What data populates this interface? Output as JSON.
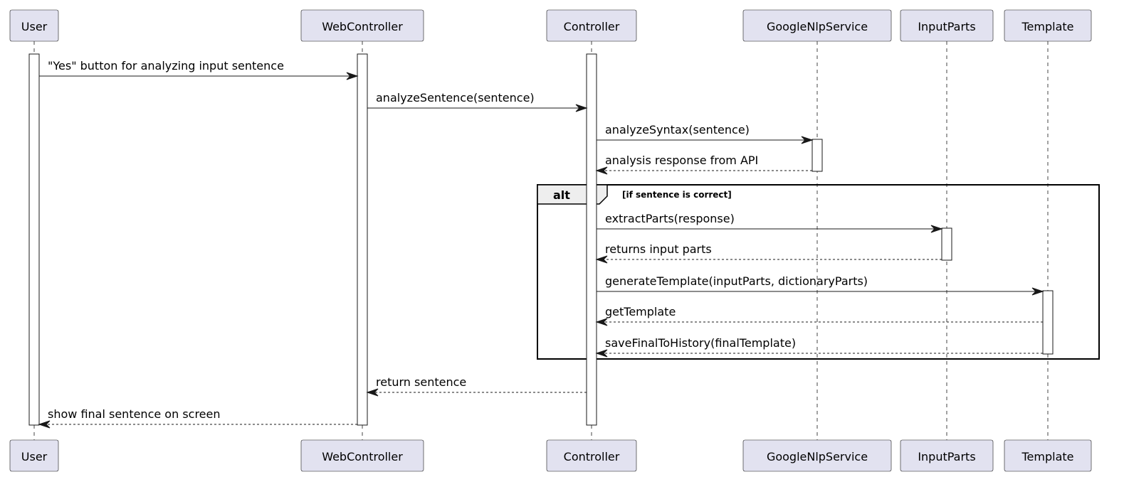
{
  "participants": [
    {
      "id": "user",
      "label": "User"
    },
    {
      "id": "webcontroller",
      "label": "WebController"
    },
    {
      "id": "controller",
      "label": "Controller"
    },
    {
      "id": "googlenlpservice",
      "label": "GoogleNlpService"
    },
    {
      "id": "inputparts",
      "label": "InputParts"
    },
    {
      "id": "template",
      "label": "Template"
    }
  ],
  "messages": [
    {
      "from": "user",
      "to": "webcontroller",
      "label": "\"Yes\" button for analyzing input sentence",
      "style": "solid"
    },
    {
      "from": "webcontroller",
      "to": "controller",
      "label": "analyzeSentence(sentence)",
      "style": "solid"
    },
    {
      "from": "controller",
      "to": "googlenlpservice",
      "label": "analyzeSyntax(sentence)",
      "style": "solid"
    },
    {
      "from": "googlenlpservice",
      "to": "controller",
      "label": "analysis response from API",
      "style": "dashed"
    },
    {
      "from": "controller",
      "to": "inputparts",
      "label": "extractParts(response)",
      "style": "solid"
    },
    {
      "from": "inputparts",
      "to": "controller",
      "label": "returns input parts",
      "style": "dashed"
    },
    {
      "from": "controller",
      "to": "template",
      "label": "generateTemplate(inputParts, dictionaryParts)",
      "style": "solid"
    },
    {
      "from": "template",
      "to": "controller",
      "label": "getTemplate",
      "style": "dashed"
    },
    {
      "from": "template",
      "to": "controller",
      "label": "saveFinalToHistory(finalTemplate)",
      "style": "dashed"
    },
    {
      "from": "controller",
      "to": "webcontroller",
      "label": "return sentence",
      "style": "dashed"
    },
    {
      "from": "webcontroller",
      "to": "user",
      "label": "show final sentence on screen",
      "style": "dashed"
    }
  ],
  "fragment": {
    "keyword": "alt",
    "guard": "[if sentence is correct]"
  }
}
